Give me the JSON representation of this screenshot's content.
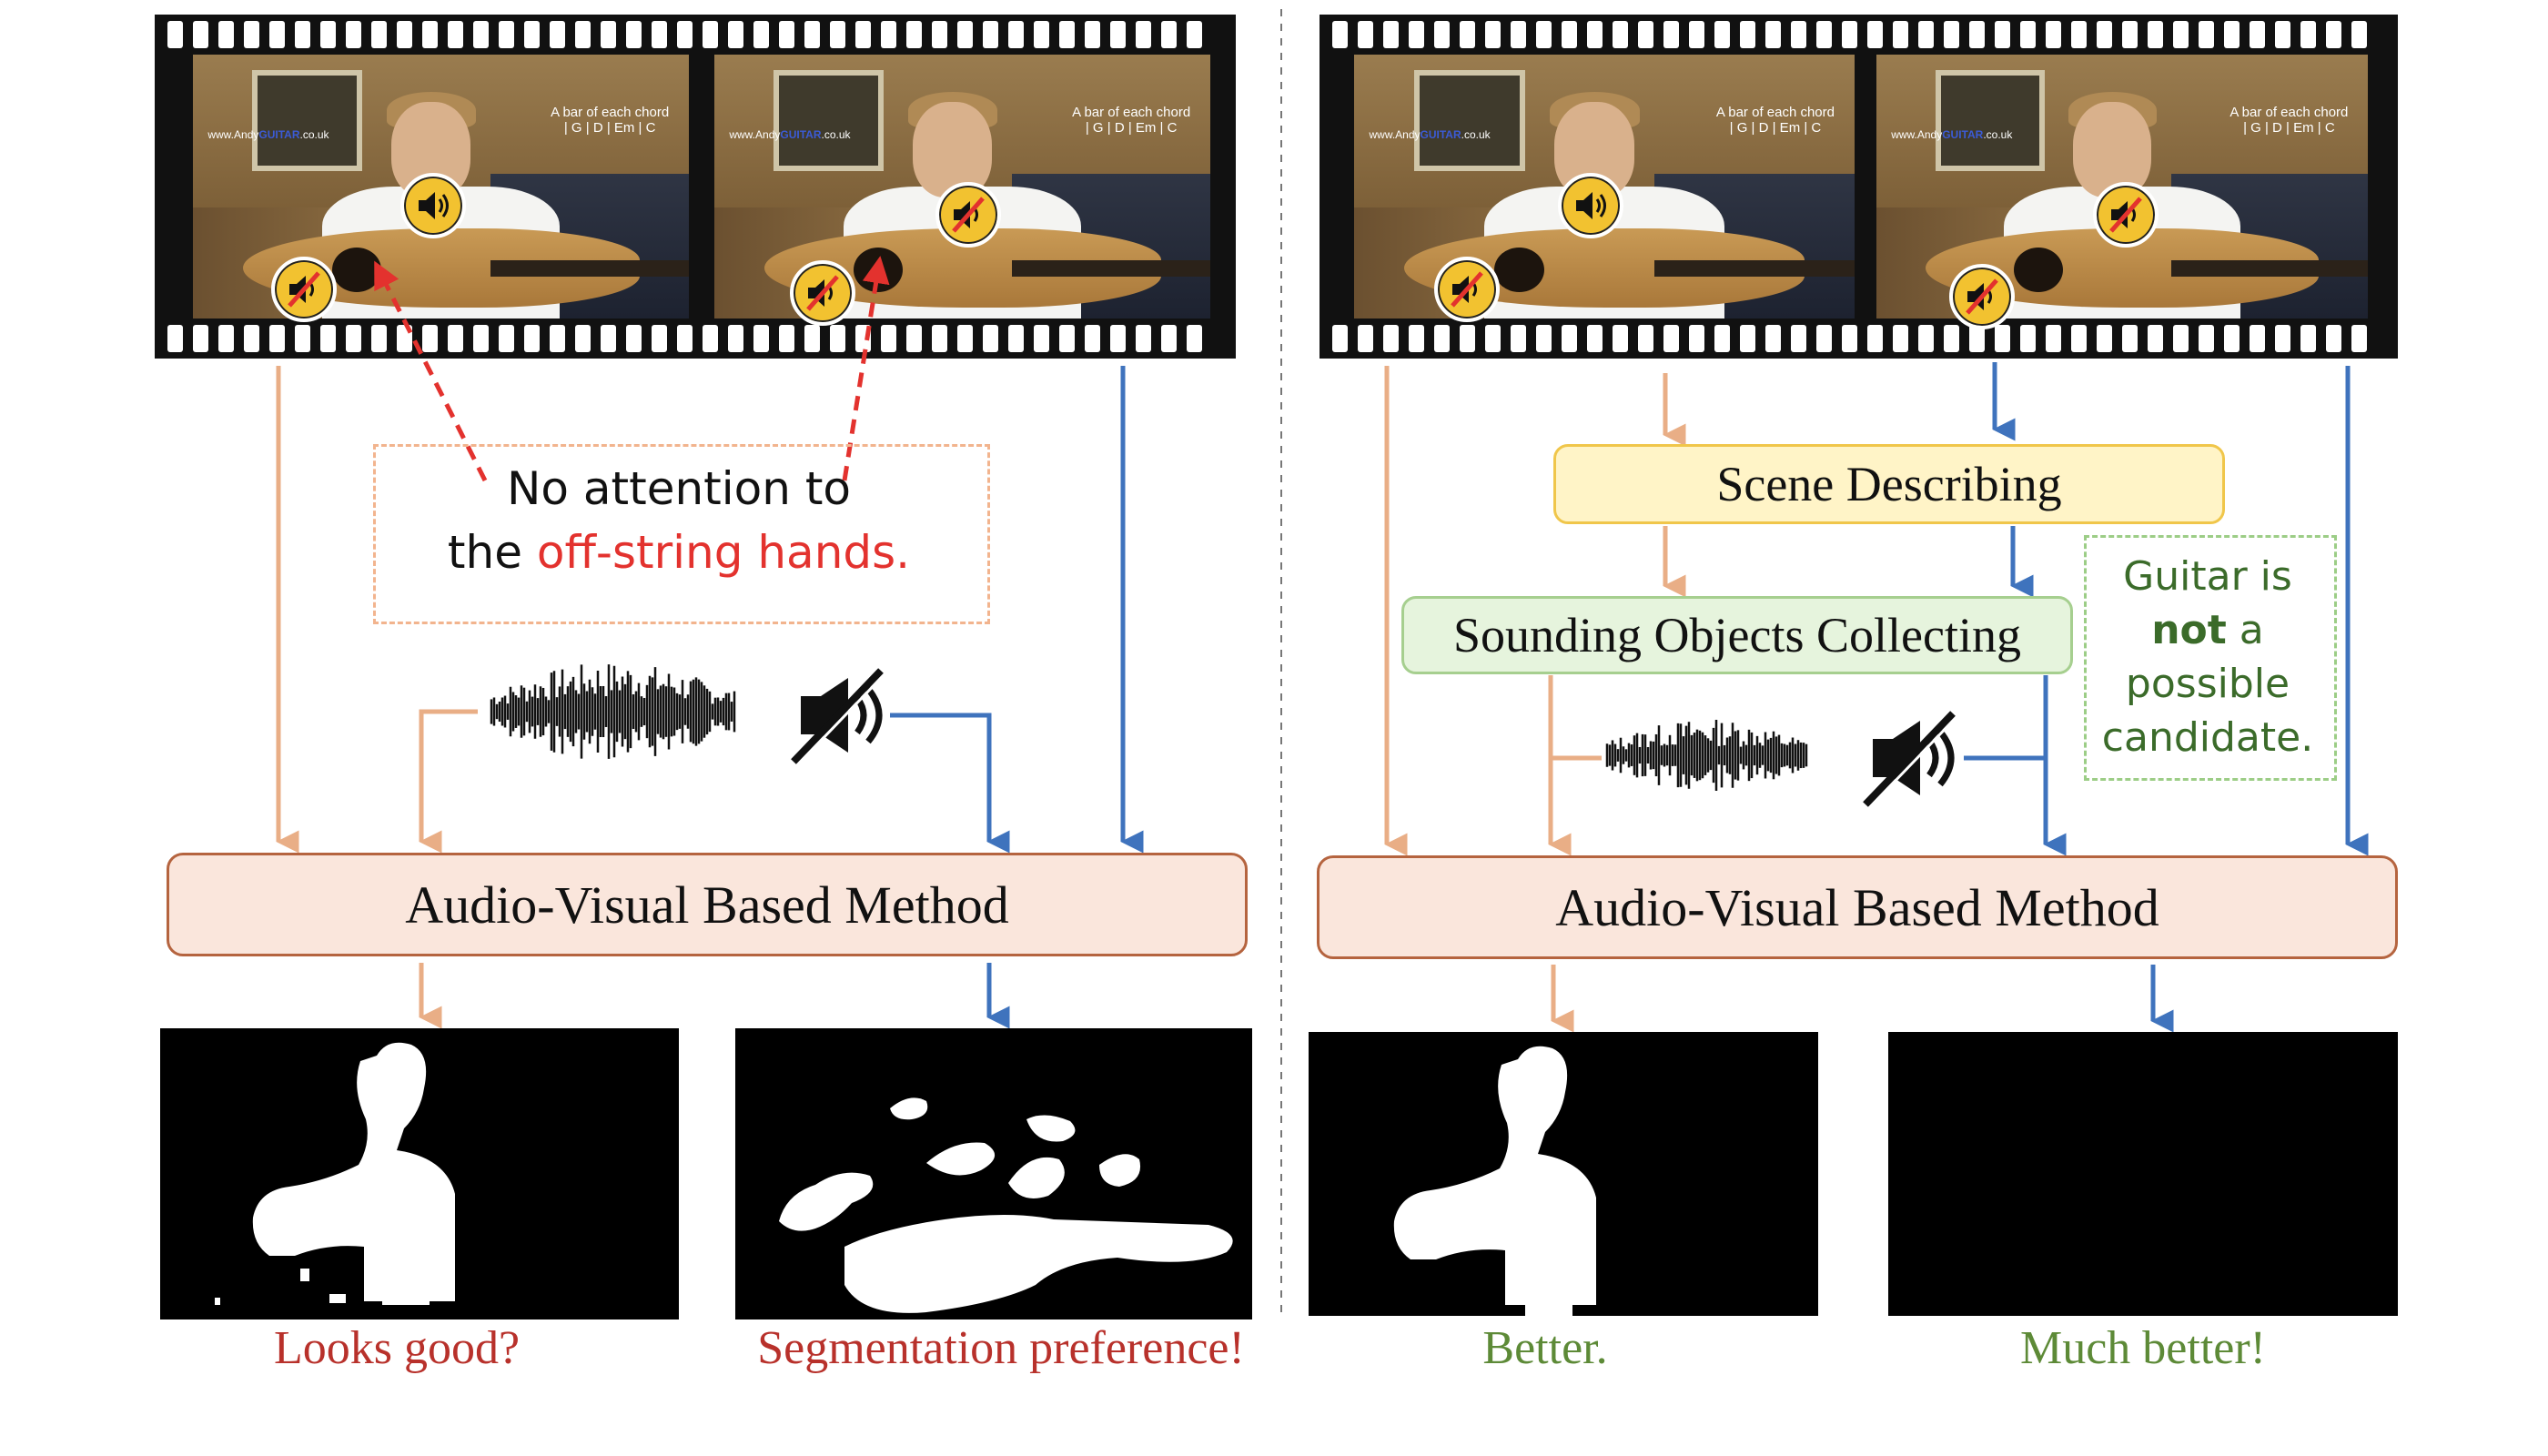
{
  "frame_overlay": {
    "url_prefix": "www.AndyGUITAR.co.uk",
    "url_brand": "GUITAR",
    "chord_title": "A bar of each chord",
    "chord_list": "| G | D | Em | C"
  },
  "left": {
    "note_line1": "No attention to",
    "note_line2_prefix": "the ",
    "note_line2_highlight": "off-string hands.",
    "method_label": "Audio-Visual Based Method",
    "caption_left": "Looks good?",
    "caption_right": "Segmentation preference!"
  },
  "right": {
    "scene_label": "Scene Describing",
    "collect_label": "Sounding Objects Collecting",
    "note_line1": "Guitar is",
    "note_line2_bold": "not",
    "note_line2_rest": " a",
    "note_line3": "possible",
    "note_line4": "candidate.",
    "method_label": "Audio-Visual Based Method",
    "caption_left": "Better.",
    "caption_right": "Much better!"
  },
  "colors": {
    "orange_arrow": "#e9ae86",
    "blue_arrow": "#3f73bd",
    "red_dashed": "#e3322e",
    "caption_red": "#b8312b",
    "caption_green": "#5d8a37",
    "speaker_badge": "#f2c230"
  },
  "icons": [
    "speaker-on-icon",
    "speaker-muted-icon",
    "waveform-icon",
    "muted-speaker-icon"
  ]
}
